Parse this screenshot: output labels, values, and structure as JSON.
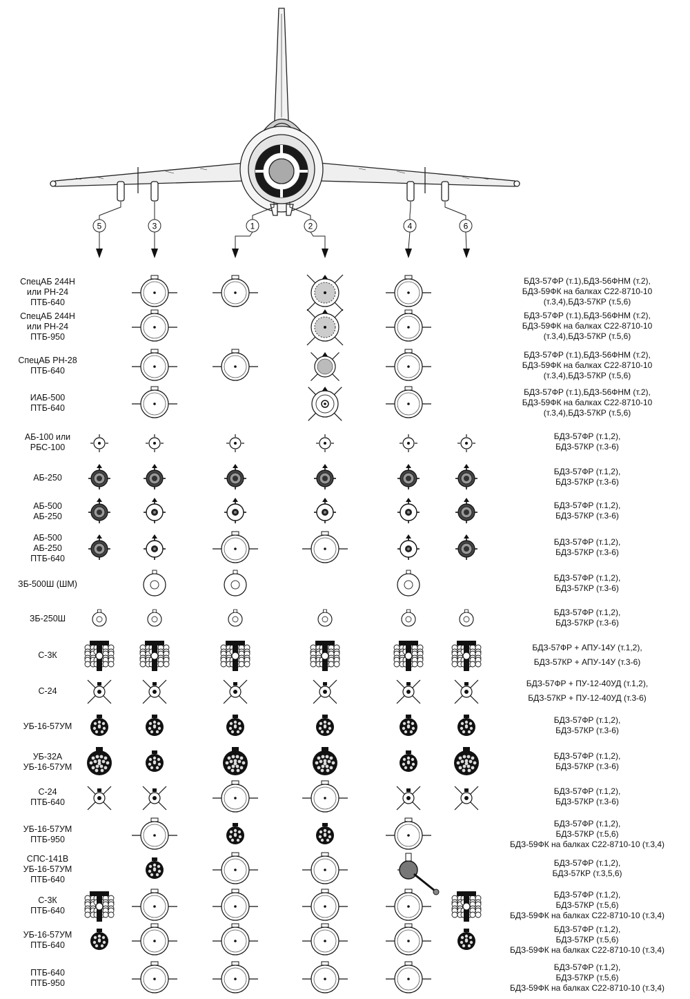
{
  "stations": [
    "5",
    "3",
    "1",
    "2",
    "4",
    "6"
  ],
  "rows": [
    {
      "label": [
        "СпецАБ 244Н",
        "или РН-24",
        "ПТБ-640"
      ],
      "note": [
        "БДЗ-57ФР (т.1),БДЗ-56ФНМ (т.2),",
        "БДЗ-59ФК на балках С22-8710-10",
        "(т.3,4),БДЗ-57КР (т.5,6)"
      ],
      "items": [
        "none",
        "tank",
        "tank",
        "special",
        "tank",
        "none"
      ]
    },
    {
      "label": [
        "СпецАБ 244Н",
        "или РН-24",
        "ПТБ-950"
      ],
      "note": [
        "БДЗ-57ФР (т.1),БДЗ-56ФНМ (т.2),",
        "БДЗ-59ФК на балках С22-8710-10",
        "(т.3,4),БДЗ-57КР (т.5,6)"
      ],
      "items": [
        "none",
        "tank",
        "none",
        "special",
        "tank",
        "none"
      ]
    },
    {
      "label": [
        "СпецАБ РН-28",
        "ПТБ-640"
      ],
      "note": [
        "БДЗ-57ФР (т.1),БДЗ-56ФНМ (т.2),",
        "БДЗ-59ФК на балках С22-8710-10",
        "(т.3,4),БДЗ-57КР (т.5,6)"
      ],
      "items": [
        "none",
        "tank",
        "tank",
        "special-small",
        "tank",
        "none"
      ]
    },
    {
      "label": [
        "ИАБ-500",
        "ПТБ-640"
      ],
      "note": [
        "БДЗ-57ФР (т.1),БДЗ-56ФНМ (т.2),",
        "БДЗ-59ФК на балках С22-8710-10",
        "(т.3,4),БДЗ-57КР (т.5,6)"
      ],
      "items": [
        "none",
        "tank",
        "none",
        "iab",
        "tank",
        "none"
      ]
    },
    {
      "label": [
        "АБ-100 или",
        "РБС-100"
      ],
      "note": [
        "БДЗ-57ФР (т.1,2),",
        "БДЗ-57КР (т.3-6)"
      ],
      "items": [
        "bomb-s",
        "bomb-s",
        "bomb-s",
        "bomb-s",
        "bomb-s",
        "bomb-s"
      ]
    },
    {
      "label": [
        "АБ-250"
      ],
      "note": [
        "БДЗ-57ФР (т.1,2),",
        "БДЗ-57КР (т.3-6)"
      ],
      "items": [
        "bomb-d",
        "bomb-d",
        "bomb-d",
        "bomb-d",
        "bomb-d",
        "bomb-d"
      ]
    },
    {
      "label": [
        "АБ-500",
        "АБ-250"
      ],
      "note": [
        "БДЗ-57ФР (т.1,2),",
        "БДЗ-57КР (т.3-6)"
      ],
      "items": [
        "bomb-d",
        "bomb-w",
        "bomb-w",
        "bomb-w",
        "bomb-w",
        "bomb-d"
      ]
    },
    {
      "label": [
        "АБ-500",
        "АБ-250",
        "ПТБ-640"
      ],
      "note": [
        "БДЗ-57ФР (т.1,2),",
        "БДЗ-57КР (т.3-6)"
      ],
      "items": [
        "bomb-d",
        "bomb-w",
        "tank",
        "tank",
        "bomb-w",
        "bomb-d"
      ]
    },
    {
      "label": [
        "ЗБ-500Ш (ШМ)"
      ],
      "note": [
        "БДЗ-57ФР (т.1,2),",
        "БДЗ-57КР (т.3-6)"
      ],
      "items": [
        "none",
        "zb-l",
        "zb-l",
        "none",
        "zb-l",
        "none"
      ]
    },
    {
      "label": [
        "ЗБ-250Ш"
      ],
      "note": [
        "БДЗ-57ФР (т.1,2),",
        "БДЗ-57КР (т.3-6)"
      ],
      "items": [
        "zb-s",
        "zb-s",
        "zb-s",
        "zb-s",
        "zb-s",
        "zb-s"
      ]
    },
    {
      "label": [
        "С-3К"
      ],
      "note": [
        "БДЗ-57ФР + АПУ-14У (т.1,2),",
        "БДЗ-57КР + АПУ-14У (т.3-6)"
      ],
      "items": [
        "s3k",
        "s3k",
        "s3k",
        "s3k",
        "s3k",
        "s3k"
      ]
    },
    {
      "label": [
        "С-24"
      ],
      "note": [
        "БДЗ-57ФР + ПУ-12-40УД (т.1,2),",
        "БДЗ-57КР + ПУ-12-40УД (т.3-6)"
      ],
      "items": [
        "s24",
        "s24",
        "s24",
        "s24",
        "s24",
        "s24"
      ]
    },
    {
      "label": [
        "УБ-16-57УМ"
      ],
      "note": [
        "БДЗ-57ФР (т.1,2),",
        "БДЗ-57КР (т.3-6)"
      ],
      "items": [
        "ub16",
        "ub16",
        "ub16",
        "ub16",
        "ub16",
        "ub16"
      ]
    },
    {
      "label": [
        "УБ-32А",
        "УБ-16-57УМ"
      ],
      "note": [
        "БДЗ-57ФР (т.1,2),",
        "БДЗ-57КР (т.3-6)"
      ],
      "items": [
        "ub32",
        "ub16",
        "ub32",
        "ub32",
        "ub16",
        "ub32"
      ]
    },
    {
      "label": [
        "С-24",
        "ПТБ-640"
      ],
      "note": [
        "БДЗ-57ФР (т.1,2),",
        "БДЗ-57КР (т.3-6)"
      ],
      "items": [
        "s24",
        "s24",
        "tank",
        "tank",
        "s24",
        "s24"
      ]
    },
    {
      "label": [
        "УБ-16-57УМ",
        "ПТБ-950"
      ],
      "note": [
        "БДЗ-57ФР (т.1,2),",
        "БДЗ-57КР (т.5,6)",
        "БДЗ-59ФК на балках С22-8710-10 (т.3,4)"
      ],
      "items": [
        "none",
        "tank",
        "ub16",
        "ub16",
        "tank",
        "none"
      ]
    },
    {
      "label": [
        "СПС-141В",
        "УБ-16-57УМ",
        "ПТБ-640"
      ],
      "note": [
        "БДЗ-57ФР (т.1,2),",
        "БДЗ-57КР (т.3,5,6)"
      ],
      "items": [
        "none",
        "ub16",
        "tank",
        "tank",
        "sps",
        "none"
      ]
    },
    {
      "label": [
        "С-3К",
        "ПТБ-640"
      ],
      "note": [
        "БДЗ-57ФР (т.1,2),",
        "БДЗ-57КР (т.5,6)",
        "БДЗ-59ФК на балках С22-8710-10 (т.3,4)"
      ],
      "items": [
        "s3k",
        "tank",
        "tank",
        "tank",
        "tank",
        "s3k"
      ]
    },
    {
      "label": [
        "УБ-16-57УМ",
        "ПТБ-640"
      ],
      "note": [
        "БДЗ-57ФР (т.1,2),",
        "БДЗ-57КР (т.5,6)",
        "БДЗ-59ФК на балках С22-8710-10 (т.3,4)"
      ],
      "items": [
        "ub16",
        "tank",
        "tank",
        "tank",
        "tank",
        "ub16"
      ]
    },
    {
      "label": [
        "ПТБ-640",
        "ПТБ-950"
      ],
      "note": [
        "БДЗ-57ФР (т.1,2),",
        "БДЗ-57КР (т.5,6)",
        "БДЗ-59ФК на балках С22-8710-10 (т.3,4)"
      ],
      "items": [
        "none",
        "tank",
        "tank",
        "tank",
        "tank",
        "none"
      ]
    }
  ]
}
